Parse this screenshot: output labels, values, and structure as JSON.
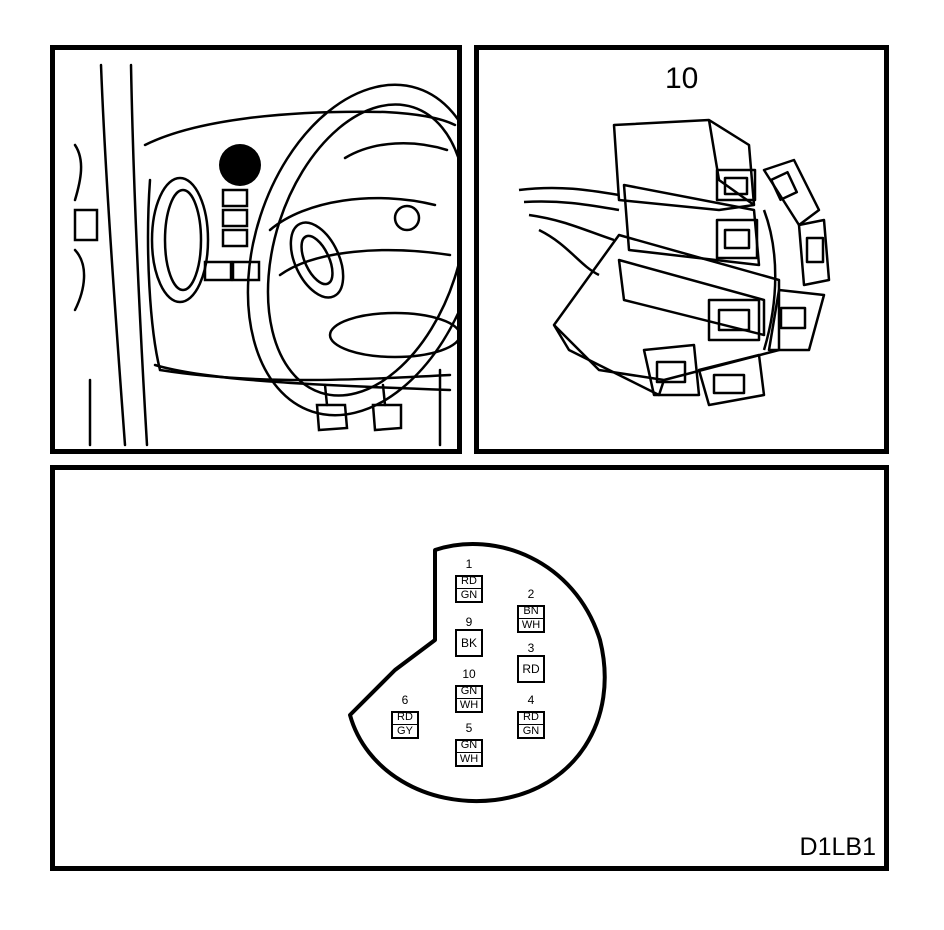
{
  "connector_label": "10",
  "figure_code": "D1LB1",
  "pins": [
    {
      "num": "1",
      "wires": [
        "RD",
        "GN"
      ]
    },
    {
      "num": "2",
      "wires": [
        "BN",
        "WH"
      ]
    },
    {
      "num": "9",
      "wires": [
        "BK"
      ]
    },
    {
      "num": "3",
      "wires": [
        "RD"
      ]
    },
    {
      "num": "10",
      "wires": [
        "GN",
        "WH"
      ]
    },
    {
      "num": "4",
      "wires": [
        "RD",
        "GN"
      ]
    },
    {
      "num": "6",
      "wires": [
        "RD",
        "GY"
      ]
    },
    {
      "num": "5",
      "wires": [
        "GN",
        "WH"
      ]
    }
  ]
}
